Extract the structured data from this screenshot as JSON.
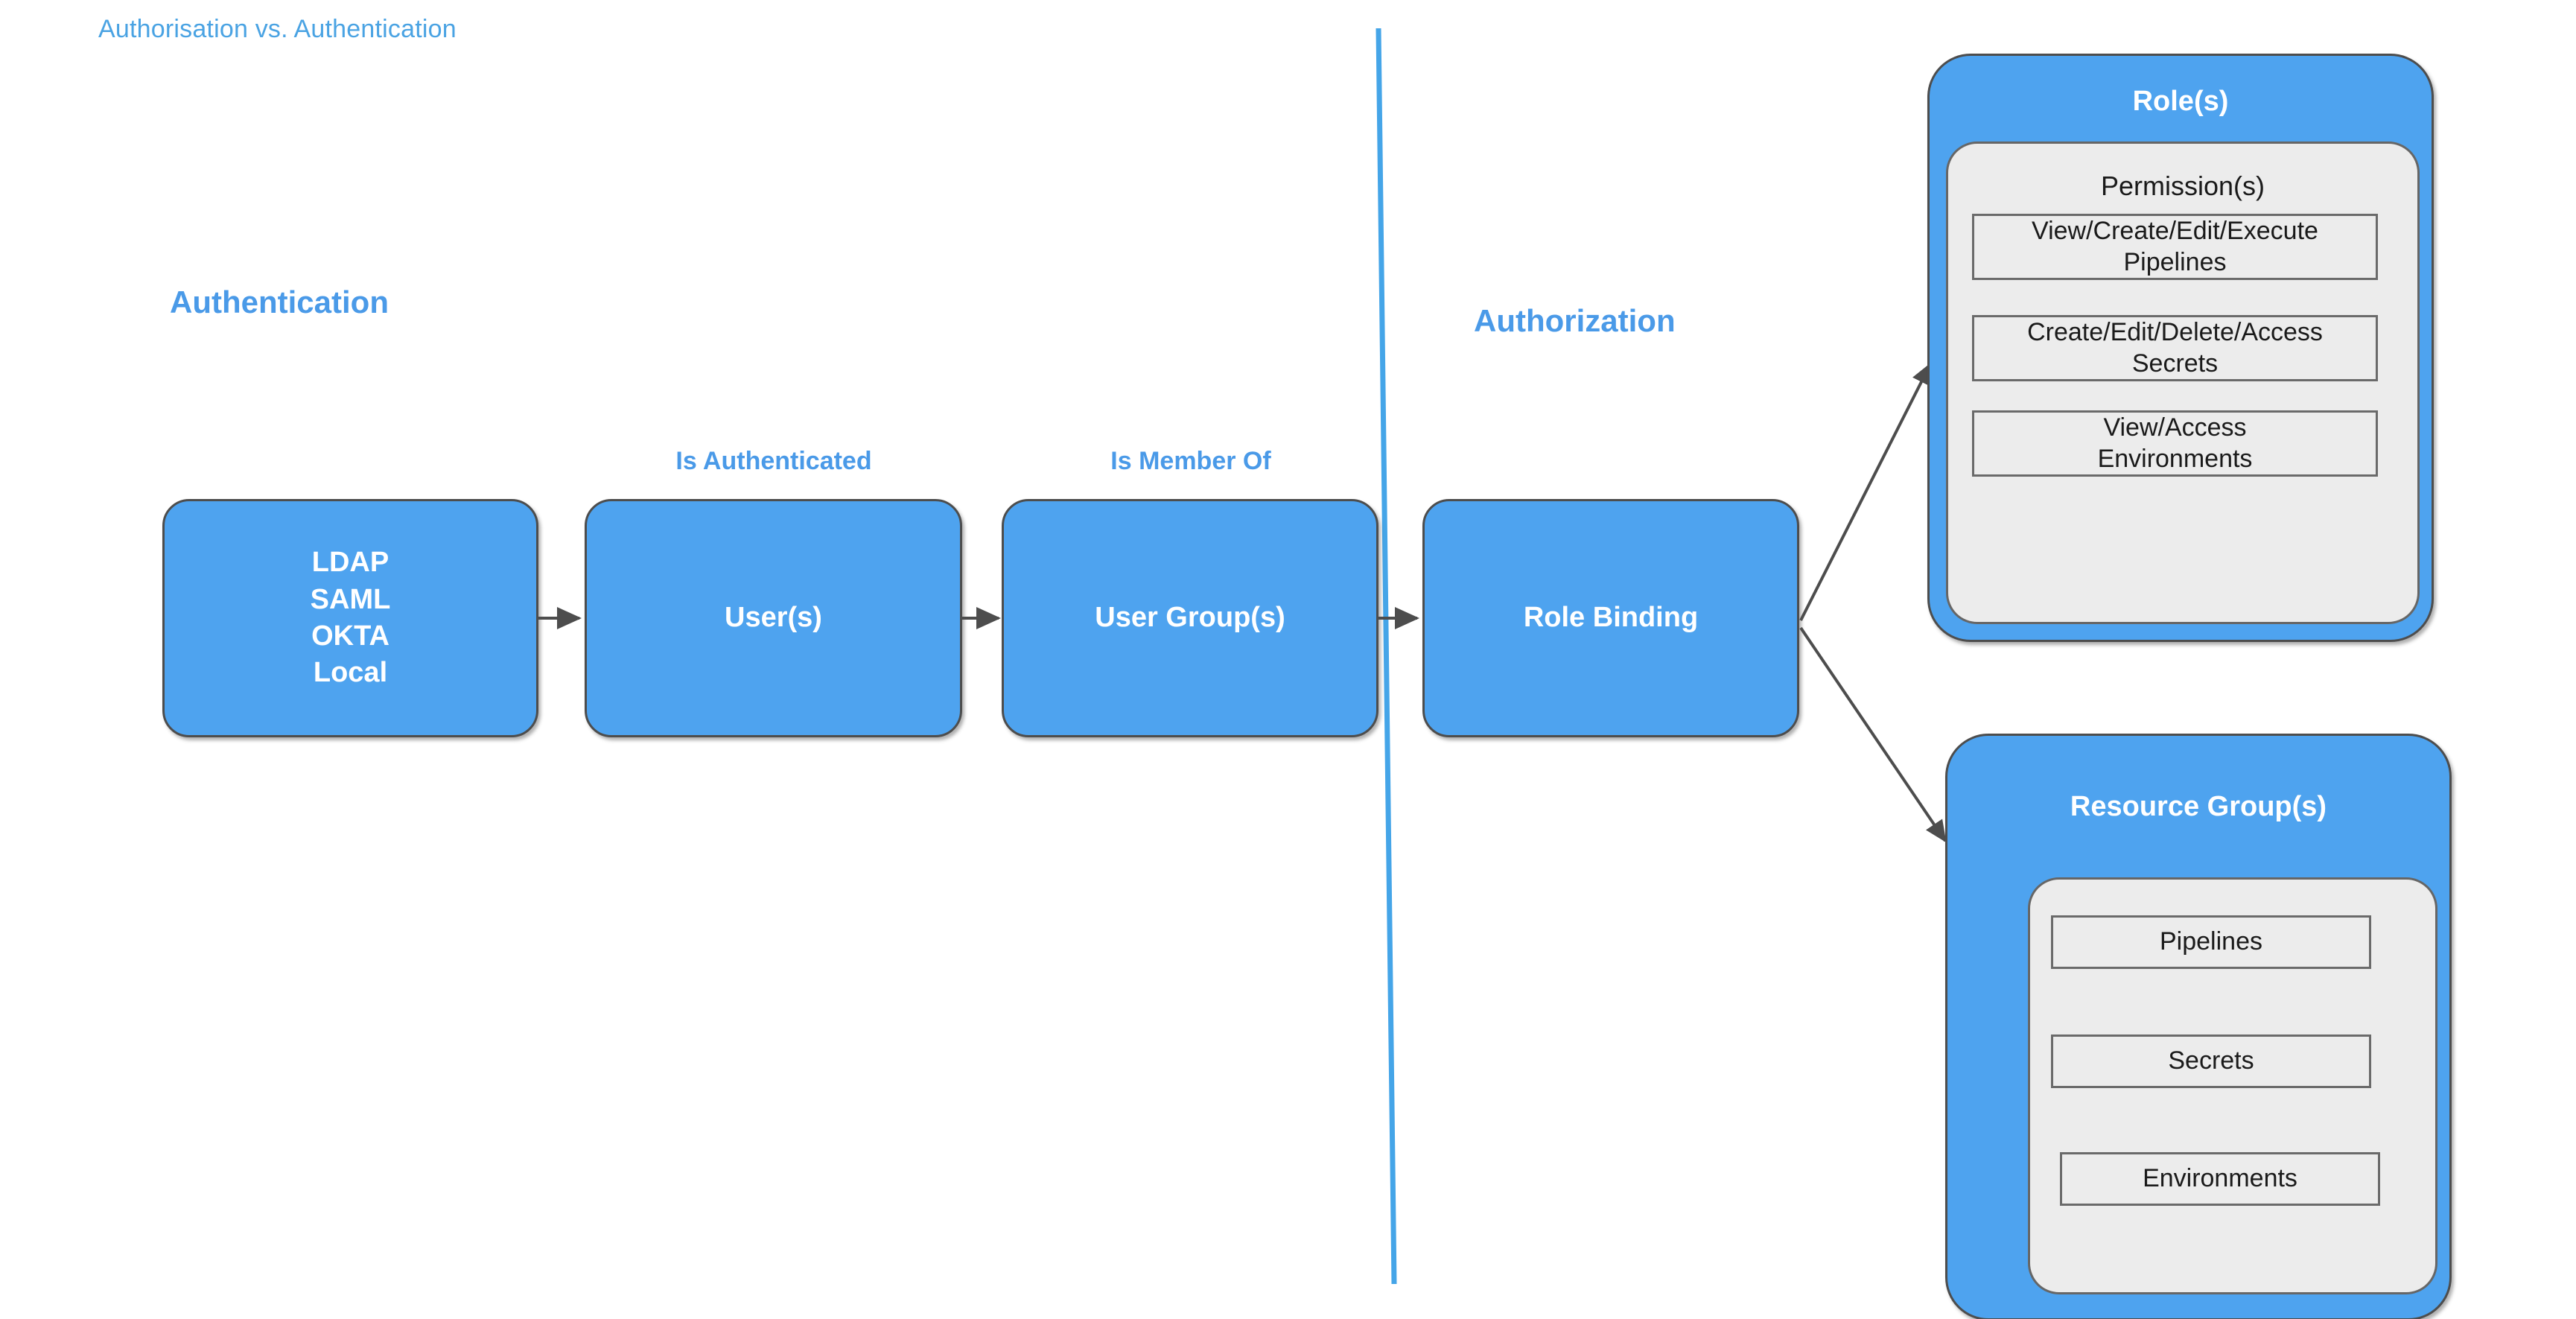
{
  "title": "Authorisation vs. Authentication",
  "colors": {
    "brand_blue": "#4ea3ef",
    "heading_blue": "#4a9ae8",
    "title_blue": "#4aa3e3",
    "panel_gray": "#ececec",
    "border_gray": "#4d4d4d",
    "connector_gray": "#4d4d4d",
    "divider_blue": "#45a5e8"
  },
  "sections": {
    "left_heading": "Authentication",
    "right_heading": "Authorization"
  },
  "edge_labels": {
    "is_authenticated": "Is Authenticated",
    "is_member_of": "Is Member Of"
  },
  "flow": [
    {
      "id": "identity-providers",
      "text": "LDAP\nSAML\nOKTA\nLocal"
    },
    {
      "id": "users",
      "text": "User(s)"
    },
    {
      "id": "user-groups",
      "text": "User Group(s)"
    },
    {
      "id": "role-binding",
      "text": "Role Binding"
    }
  ],
  "roles_group": {
    "title": "Role(s)",
    "inner_title": "Permission(s)",
    "items": [
      "View/Create/Edit/Execute\nPipelines",
      "Create/Edit/Delete/Access\nSecrets",
      "View/Access\nEnvironments"
    ]
  },
  "resource_group": {
    "title": "Resource Group(s)",
    "items": [
      "Pipelines",
      "Secrets",
      "Environments"
    ]
  }
}
